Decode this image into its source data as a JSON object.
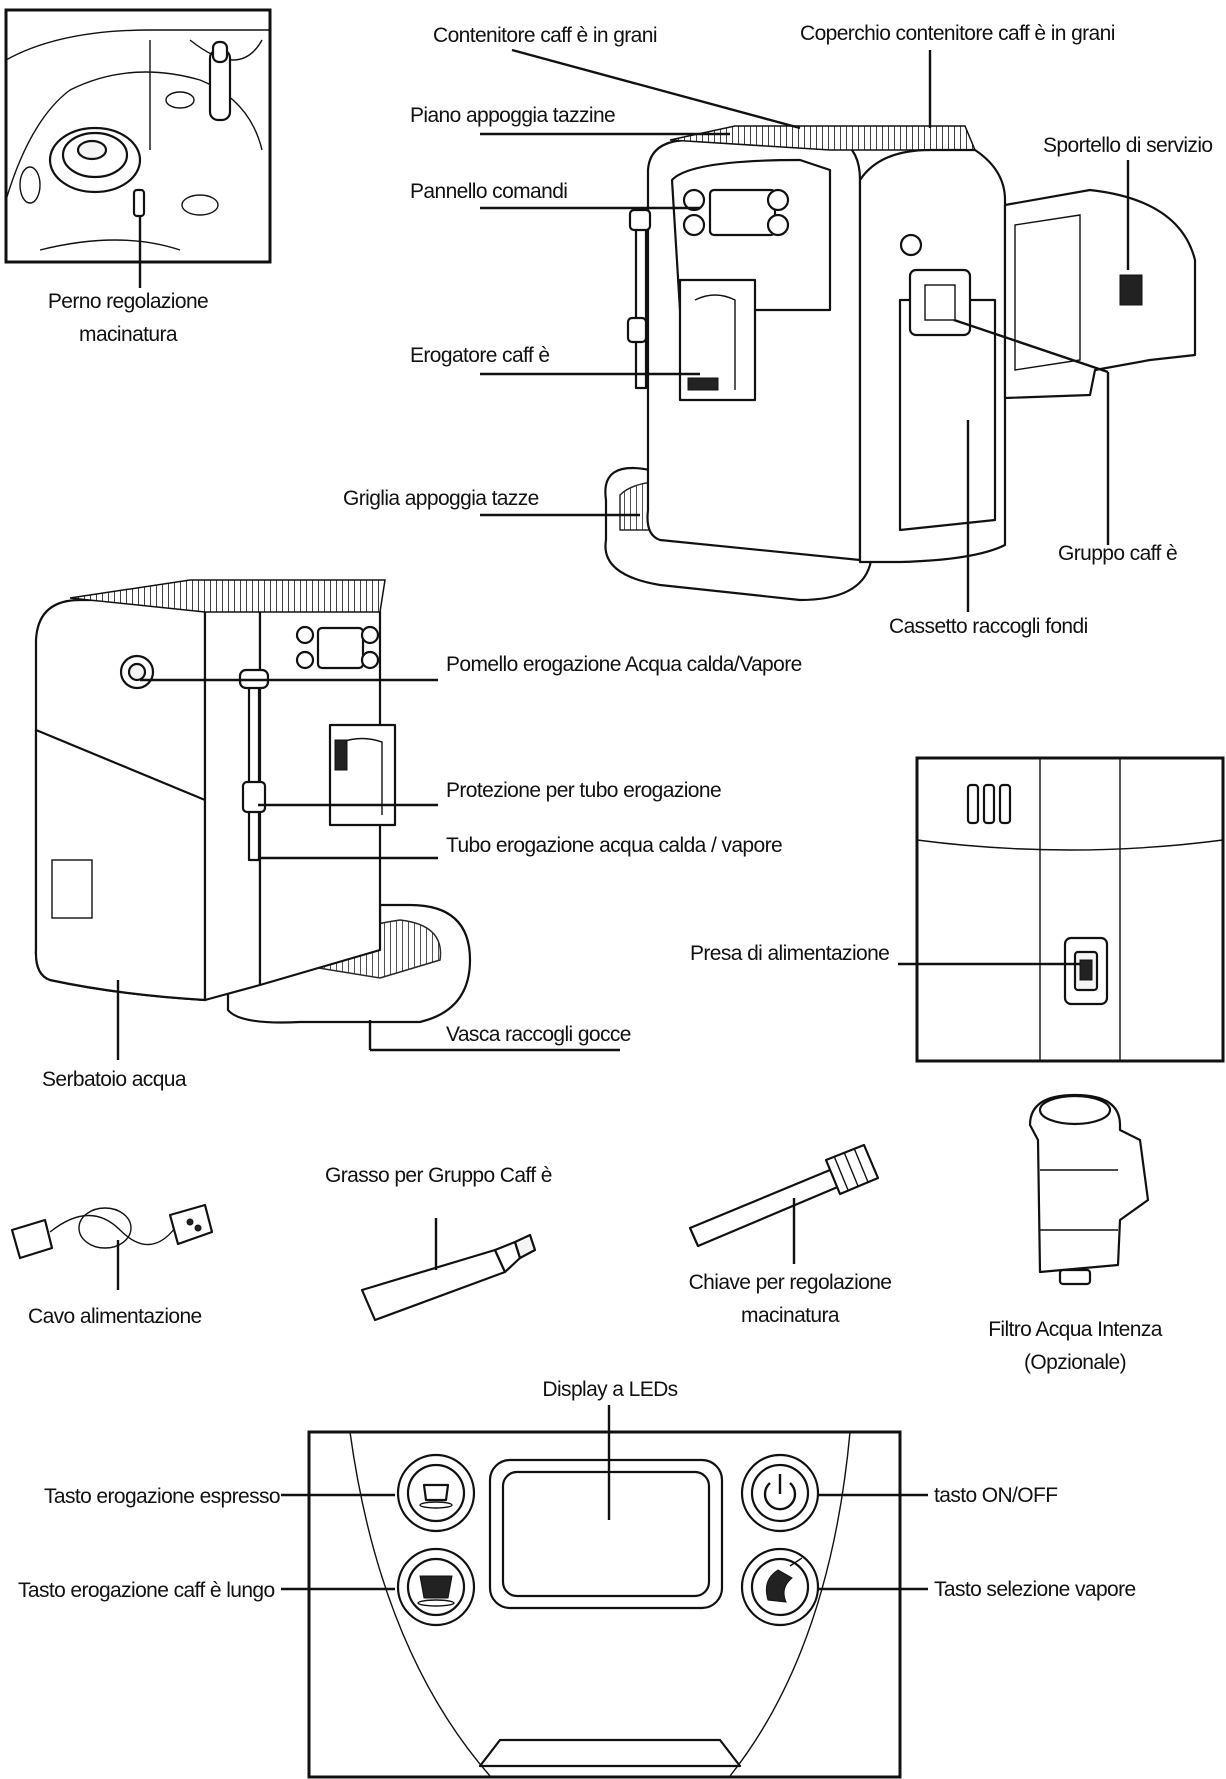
{
  "labels": {
    "contenitore_caffe": "Contenitore caff è in grani",
    "coperchio_contenitore": "Coperchio contenitore caff è in grani",
    "piano_appoggia_tazzine": "Piano appoggia tazzine",
    "sportello_servizio": "Sportello di servizio",
    "pannello_comandi": "Pannello comandi",
    "perno_line1": "Perno regolazione",
    "perno_line2": "macinatura",
    "erogatore_caffe": "Erogatore caff è",
    "griglia_appoggia_tazze": "Griglia appoggia tazze",
    "gruppo_caffe": "Gruppo caff è",
    "cassetto_raccogli_fondi": "Cassetto raccogli fondi",
    "pomello_erogazione": "Pomello erogazione Acqua calda/Vapore",
    "protezione_tubo": "Protezione per tubo erogazione",
    "tubo_erogazione": "Tubo erogazione acqua calda / vapore",
    "presa_alimentazione": "Presa  di alimentazione",
    "vasca_raccogli_gocce": "Vasca raccogli gocce",
    "serbatoio_acqua": "Serbatoio acqua",
    "grasso_gruppo": "Grasso per Gruppo Caff è",
    "cavo_alimentazione": "Cavo alimentazione",
    "chiave_line1": "Chiave per regolazione",
    "chiave_line2": "macinatura",
    "filtro_line1": "Filtro Acqua Intenza",
    "filtro_line2": "(Opzionale)",
    "display_leds": "Display a LEDs",
    "tasto_espresso": "Tasto erogazione espresso",
    "tasto_onoff": "tasto ON/OFF",
    "tasto_caffe_lungo": "Tasto erogazione caff è lungo",
    "tasto_vapore": "Tasto selezione vapore"
  }
}
